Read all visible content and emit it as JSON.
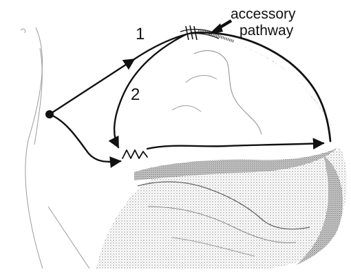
{
  "annotations": {
    "accessory_line1": "accessory",
    "accessory_line2": "pathway",
    "path_1": "1",
    "path_2": "2"
  },
  "icons": {
    "pointer": "bold-arrow-icon"
  },
  "colors": {
    "ink": "#111111",
    "shading": "#8a8a8a",
    "background": "#ffffff"
  }
}
